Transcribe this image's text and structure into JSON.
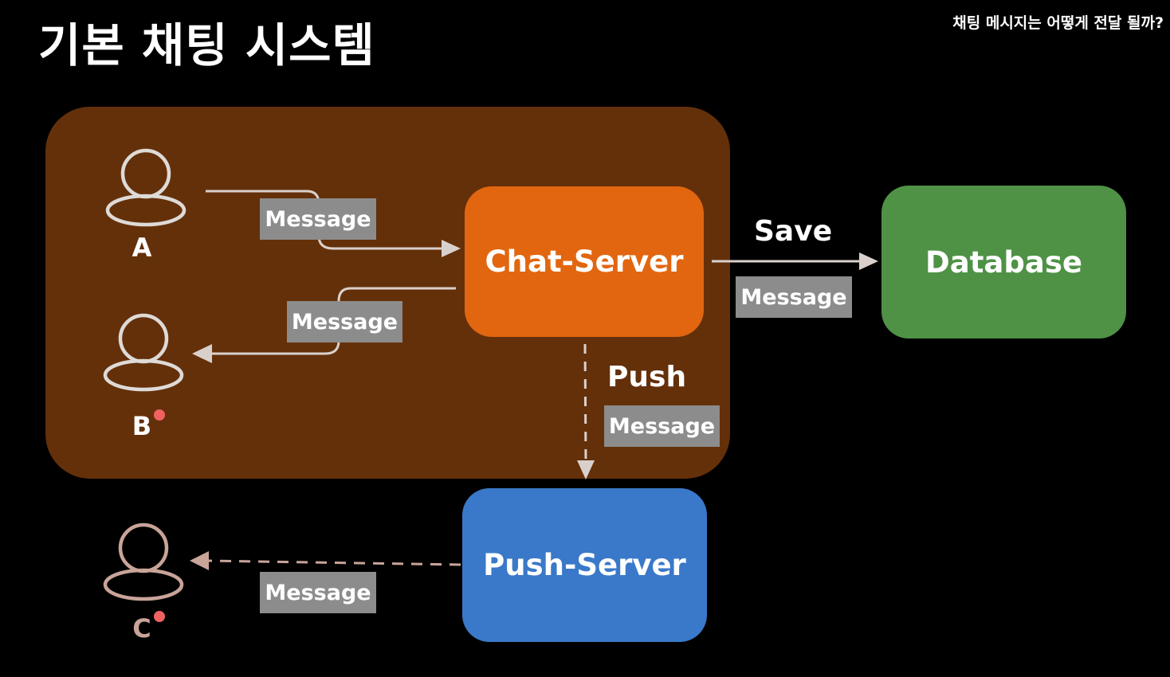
{
  "header": {
    "title": "기본 채팅 시스템",
    "subtitle": "채팅 메시지는 어떻게 전달 될까?"
  },
  "nodes": {
    "chat_server": "Chat-Server",
    "database": "Database",
    "push_server": "Push-Server"
  },
  "users": {
    "a": "A",
    "b": "B",
    "c": "C"
  },
  "edges": {
    "save": "Save",
    "push": "Push",
    "message": "Message"
  },
  "colors": {
    "background": "#000000",
    "region": "#64300a",
    "chat_server": "#e2660f",
    "database": "#4f9246",
    "push_server": "#3a79c9",
    "message_tag": "#8c8c8c",
    "notification_dot": "#f06262",
    "offline_user": "#c8a499"
  }
}
